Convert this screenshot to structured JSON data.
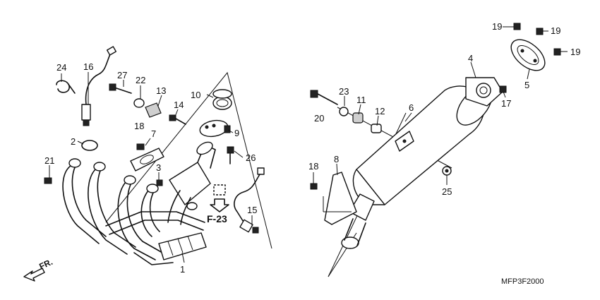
{
  "diagram": {
    "callouts": [
      {
        "id": "c1",
        "label": "1"
      },
      {
        "id": "c2",
        "label": "2"
      },
      {
        "id": "c3",
        "label": "3"
      },
      {
        "id": "c4",
        "label": "4"
      },
      {
        "id": "c5",
        "label": "5"
      },
      {
        "id": "c6",
        "label": "6"
      },
      {
        "id": "c7",
        "label": "7"
      },
      {
        "id": "c8",
        "label": "8"
      },
      {
        "id": "c9",
        "label": "9"
      },
      {
        "id": "c10",
        "label": "10"
      },
      {
        "id": "c11",
        "label": "11"
      },
      {
        "id": "c12",
        "label": "12"
      },
      {
        "id": "c13",
        "label": "13"
      },
      {
        "id": "c14",
        "label": "14"
      },
      {
        "id": "c15",
        "label": "15"
      },
      {
        "id": "c16",
        "label": "16"
      },
      {
        "id": "c17",
        "label": "17"
      },
      {
        "id": "c18a",
        "label": "18"
      },
      {
        "id": "c18b",
        "label": "18"
      },
      {
        "id": "c19a",
        "label": "19"
      },
      {
        "id": "c19b",
        "label": "19"
      },
      {
        "id": "c19c",
        "label": "19"
      },
      {
        "id": "c20",
        "label": "20"
      },
      {
        "id": "c21",
        "label": "21"
      },
      {
        "id": "c22",
        "label": "22"
      },
      {
        "id": "c23",
        "label": "23"
      },
      {
        "id": "c24",
        "label": "24"
      },
      {
        "id": "c25",
        "label": "25"
      },
      {
        "id": "c26",
        "label": "26"
      },
      {
        "id": "c27",
        "label": "27"
      }
    ],
    "reference": "F-23",
    "front_marker": "FR.",
    "diagram_code": "MFP3F2000"
  }
}
